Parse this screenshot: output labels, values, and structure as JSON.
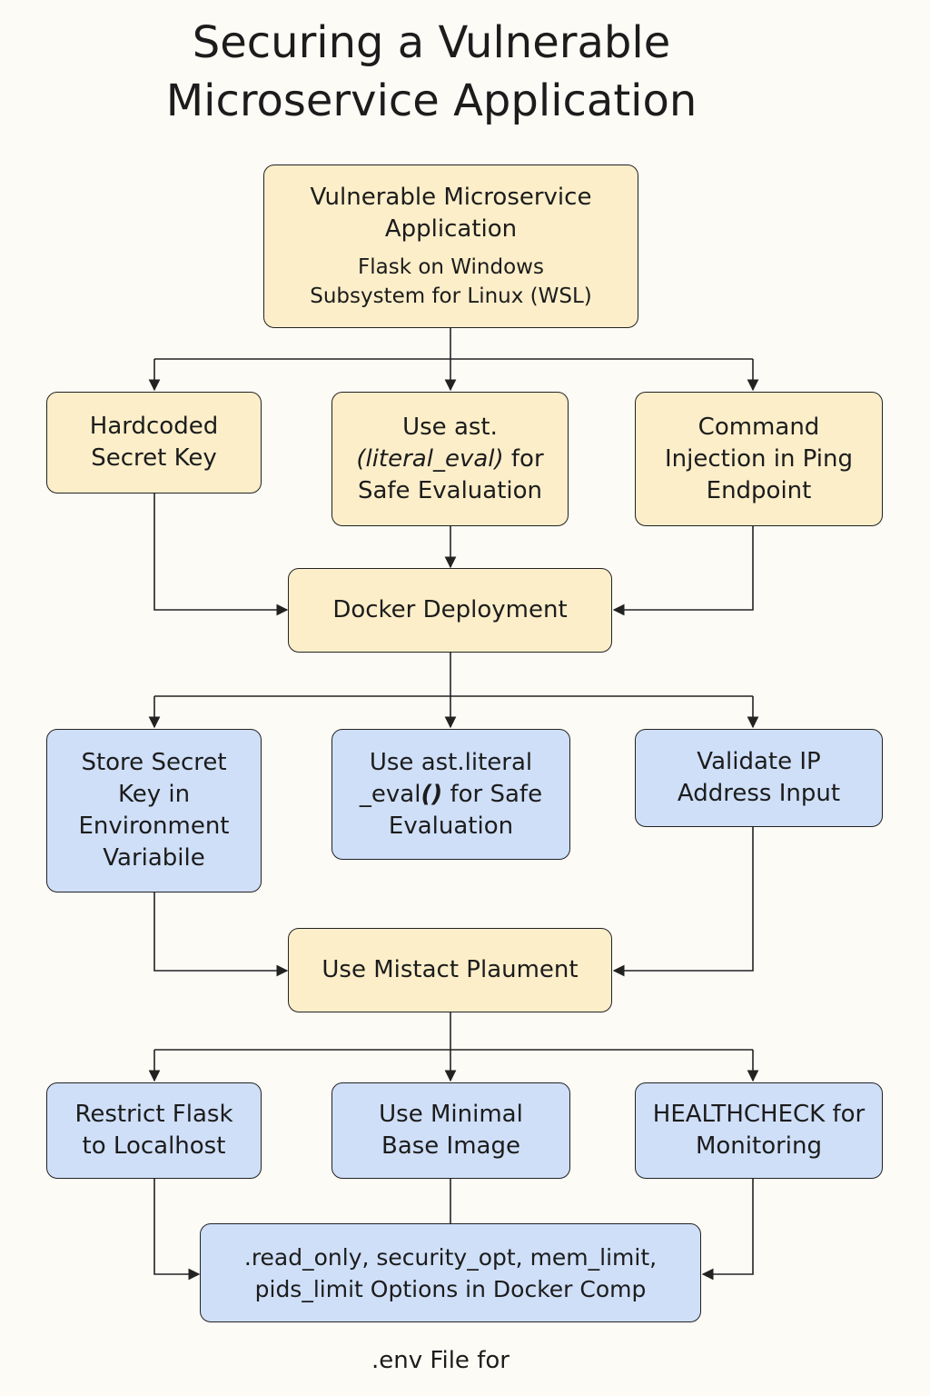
{
  "title": {
    "line1": "Securing a Vulnerable",
    "line2": "Microservice Application"
  },
  "nodes": {
    "root": {
      "line1": "Vulnerable Microservice",
      "line2": "Application",
      "sub1": "Flask on Windows",
      "sub2": "Subsystem for Linux (WSL)"
    },
    "hardcoded_secret": {
      "line1": "Hardcoded",
      "line2": "Secret Key"
    },
    "literal_eval_top": {
      "line1": "Use ast.",
      "line2a": "(literal_eval)",
      "line2b": " for",
      "line3": "Safe Evaluation"
    },
    "command_injection": {
      "line1": "Command",
      "line2": "Injection in Ping",
      "line3": "Endpoint"
    },
    "docker_deployment": {
      "line1": "Docker Deployment"
    },
    "store_secret": {
      "line1": "Store Secret",
      "line2": "Key in",
      "line3": "Environment",
      "line4": "Variabile"
    },
    "literal_eval_mid": {
      "line1": "Use ast.literal",
      "line2a": "_eval",
      "line2b": "()",
      "line2c": " for Safe",
      "line3": "Evaluation"
    },
    "validate_ip": {
      "line1": "Validate IP",
      "line2": "Address Input"
    },
    "mistact": {
      "line1": "Use Mistact  Plaument"
    },
    "restrict_flask": {
      "line1": "Restrict Flask",
      "line2": "to Localhost"
    },
    "minimal_image": {
      "line1": "Use Minimal",
      "line2": "Base Image"
    },
    "healthcheck": {
      "line1": "HEALTHCHECK for",
      "line2": "Monitoring"
    },
    "compose_options": {
      "line1": ".read_only, security_opt, mem_limit,",
      "line2": "pids_limit Options in Docker Comp"
    }
  },
  "footer": ".env File for",
  "colors": {
    "problem_fill": "#fbeec9",
    "mitigation_fill": "#cfdff8",
    "stroke": "#222222",
    "background": "#fdfbf6"
  }
}
